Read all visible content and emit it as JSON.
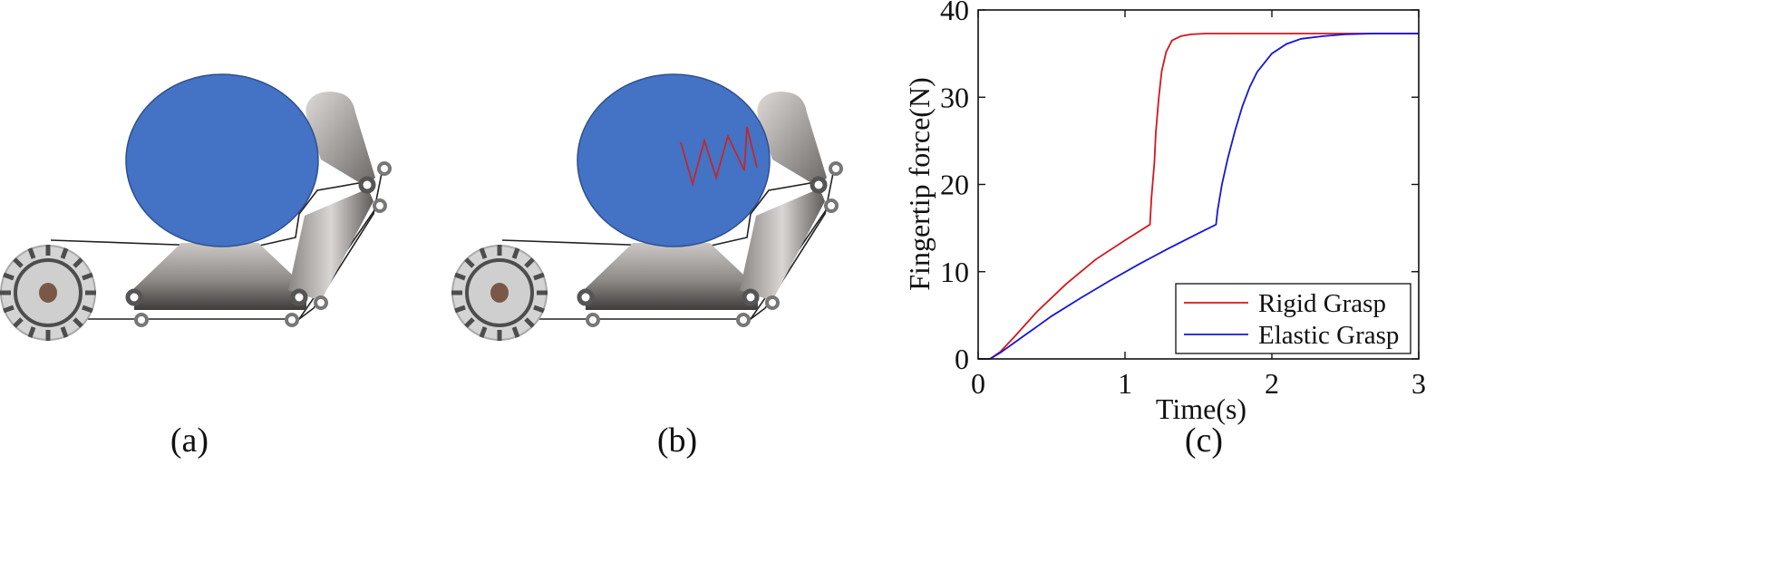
{
  "panels": [
    {
      "caption": "(a)",
      "has_spring": false
    },
    {
      "caption": "(b)",
      "has_spring": true
    },
    {
      "caption": "(c)"
    }
  ],
  "colors": {
    "object_fill": "#4472c4",
    "object_stroke": "#2f4f8f",
    "spring": "#c0282d",
    "link_dark": "#6f6c6a",
    "link_light": "#c9c6c4",
    "wheel_rim": "#d4d4d4",
    "wheel_tooth": "#4d4d4d",
    "hub": "#7a5848",
    "rigid": "#d4161c",
    "elastic": "#1616d4"
  },
  "chart_data": {
    "type": "line",
    "xlabel": "Time(s)",
    "ylabel": "Fingertip force(N)",
    "xlim": [
      0,
      3
    ],
    "ylim": [
      0,
      40
    ],
    "xticks": [
      "0",
      "1",
      "2",
      "3"
    ],
    "yticks": [
      "0",
      "10",
      "20",
      "30",
      "40"
    ],
    "grid": false,
    "legend_position": "bottom-right",
    "series": [
      {
        "name": "Rigid Grasp",
        "color": "#d4161c",
        "x": [
          0,
          0.08,
          0.15,
          0.25,
          0.4,
          0.6,
          0.8,
          1.0,
          1.17,
          1.18,
          1.2,
          1.21,
          1.23,
          1.25,
          1.28,
          1.32,
          1.38,
          1.45,
          1.55,
          1.7,
          2.0,
          3.0
        ],
        "y": [
          0,
          0,
          0.8,
          2.6,
          5.4,
          8.6,
          11.4,
          13.6,
          15.4,
          18.5,
          22.5,
          26.0,
          30.0,
          33.0,
          35.2,
          36.5,
          37.0,
          37.2,
          37.3,
          37.3,
          37.3,
          37.3
        ]
      },
      {
        "name": "Elastic Grasp",
        "color": "#1616d4",
        "x": [
          0,
          0.08,
          0.15,
          0.3,
          0.5,
          0.7,
          0.9,
          1.1,
          1.3,
          1.5,
          1.62,
          1.63,
          1.66,
          1.7,
          1.75,
          1.8,
          1.85,
          1.9,
          2.0,
          2.1,
          2.2,
          2.35,
          2.5,
          2.7,
          3.0
        ],
        "y": [
          0,
          0,
          0.7,
          2.5,
          4.9,
          7.0,
          9.0,
          10.9,
          12.7,
          14.4,
          15.4,
          17.0,
          20.0,
          23.0,
          26.2,
          29.0,
          31.2,
          32.9,
          35.0,
          36.1,
          36.7,
          37.0,
          37.2,
          37.3,
          37.3
        ]
      }
    ]
  }
}
